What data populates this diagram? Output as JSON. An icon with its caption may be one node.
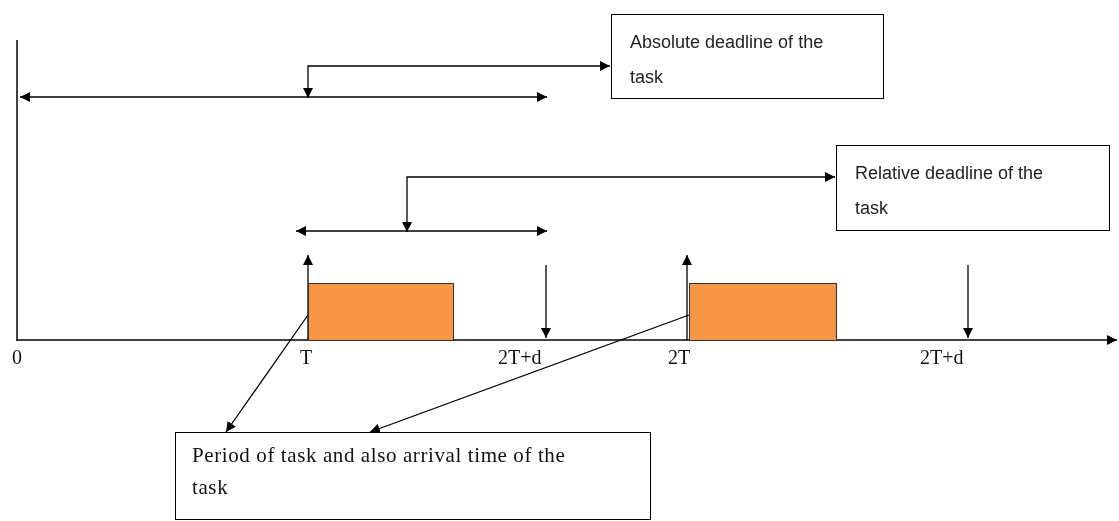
{
  "diagram": {
    "nodes": [
      {
        "text": [
          "Absolute deadline of the task"
        ]
      },
      {
        "text": [
          "Relative deadline of the task"
        ]
      },
      {
        "text": [
          "Period of task and also arrival time of the task"
        ]
      },
      {
        "text": [],
        "shape": "bar"
      },
      {
        "text": [],
        "shape": "bar"
      }
    ],
    "edges": [
      {
        "from": null,
        "to": 0,
        "arrow": "both"
      },
      {
        "from": null,
        "to": 1,
        "arrow": "both"
      },
      {
        "from": 3,
        "to": 2,
        "arrow": "to"
      },
      {
        "from": 4,
        "to": 2,
        "arrow": "to"
      }
    ],
    "labels": [
      "0",
      "T",
      "2T+d",
      "2T",
      "2T+d"
    ]
  }
}
